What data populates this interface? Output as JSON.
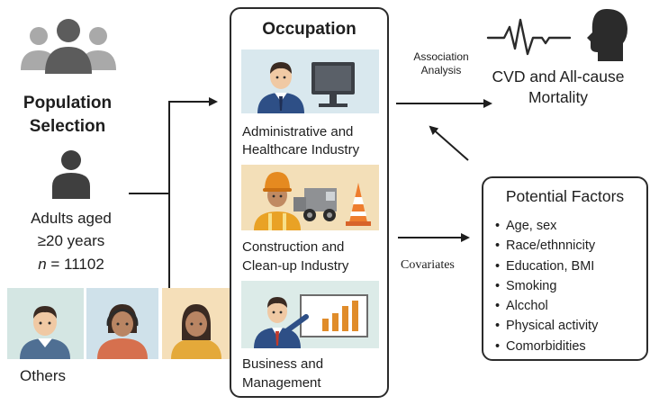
{
  "population": {
    "title_line1": "Population",
    "title_line2": "Selection",
    "adults_line1": "Adults aged",
    "adults_line2": "≥20 years",
    "n_prefix": "n",
    "n_value": " = 11102",
    "others_label": "Others"
  },
  "occupation": {
    "title": "Occupation",
    "categories": [
      {
        "line1": "Administrative and",
        "line2": "Healthcare Industry"
      },
      {
        "line1": "Construction and",
        "line2": "Clean-up Industry"
      },
      {
        "line1": "Business and",
        "line2": "Management"
      }
    ]
  },
  "association": {
    "line1": "Association",
    "line2": "Analysis"
  },
  "outcome": {
    "line1": "CVD and All-cause",
    "line2": "Mortality"
  },
  "covariates_label": "Covariates",
  "potential_factors": {
    "title": "Potential Factors",
    "bullet": "•",
    "items": [
      "Age, sex",
      "Race/ethnnicity",
      "Education, BMI",
      "Smoking",
      "Alcchol",
      "Physical activity",
      "Comorbidities"
    ]
  },
  "colors": {
    "panel_admin_bg": "#d9e8ee",
    "panel_construction_bg": "#f3dfb8",
    "panel_business_bg": "#dcebe8",
    "person_blue_bg": "#d4e6e3",
    "person_teal_bg": "#cfe1ea",
    "person_peach_bg": "#f5dfb9",
    "icon_gray": "#a9a9a9",
    "icon_dark": "#3f3f3f"
  },
  "icons": [
    "group-people-icon",
    "single-person-icon",
    "ecg-heartbeat-icon",
    "head-silhouette-icon"
  ]
}
